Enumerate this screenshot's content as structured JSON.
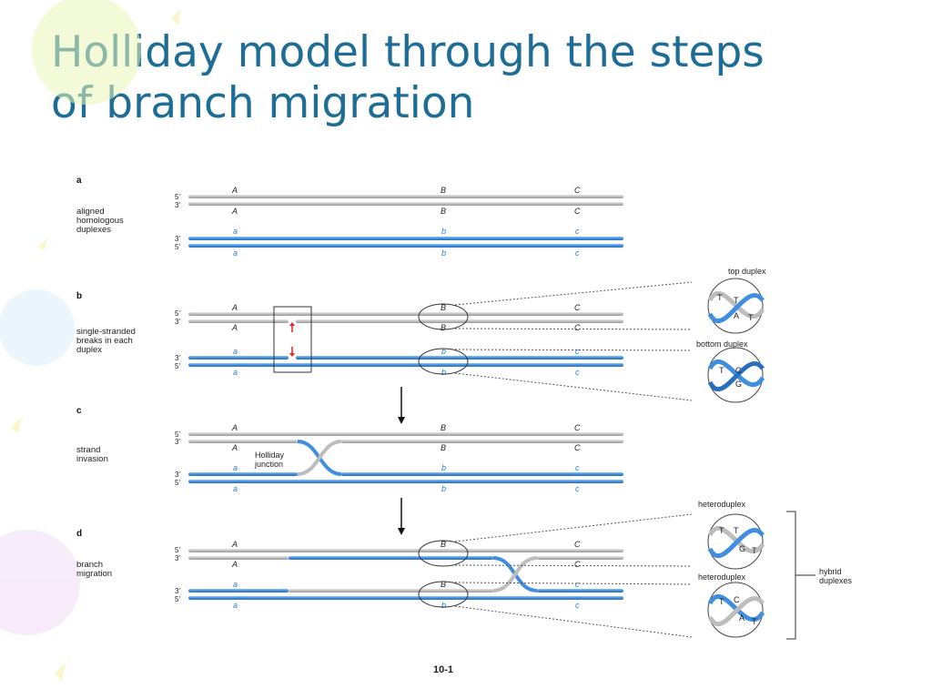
{
  "title": {
    "line1": "Holliday model through the steps",
    "line2": "of branch migration"
  },
  "panels": {
    "a": {
      "letter": "a",
      "caption": [
        "aligned",
        "homologous",
        "duplexes"
      ]
    },
    "b": {
      "letter": "b",
      "caption": [
        "single-stranded",
        "breaks in each",
        "duplex"
      ]
    },
    "c": {
      "letter": "c",
      "caption": [
        "strand",
        "invasion"
      ]
    },
    "d": {
      "letter": "d",
      "caption": [
        "branch",
        "migration"
      ]
    }
  },
  "ends": {
    "five": "5'",
    "three": "3'"
  },
  "genes": {
    "upper": [
      "A",
      "B",
      "C"
    ],
    "lower": [
      "a",
      "b",
      "c"
    ]
  },
  "callouts": {
    "top_duplex": "top duplex",
    "bottom_duplex": "bottom duplex",
    "holliday_junction": [
      "Holliday",
      "junction"
    ],
    "heteroduplex": "heteroduplex",
    "hybrid_duplexes": [
      "hybrid",
      "duplexes"
    ]
  },
  "bases": {
    "top_duplex": [
      "T",
      "T",
      "A",
      "T"
    ],
    "bottom_duplex": [
      "T",
      "C",
      "G"
    ],
    "hetero_top": [
      "T",
      "T",
      "G",
      "T"
    ],
    "hetero_bottom": [
      "T",
      "C",
      "A",
      "T"
    ]
  },
  "figure_number": "10-1",
  "colors": {
    "title": "#1d6d96",
    "grey_strand": "#b9b9b9",
    "blue_strand": "#3f8ee0"
  }
}
